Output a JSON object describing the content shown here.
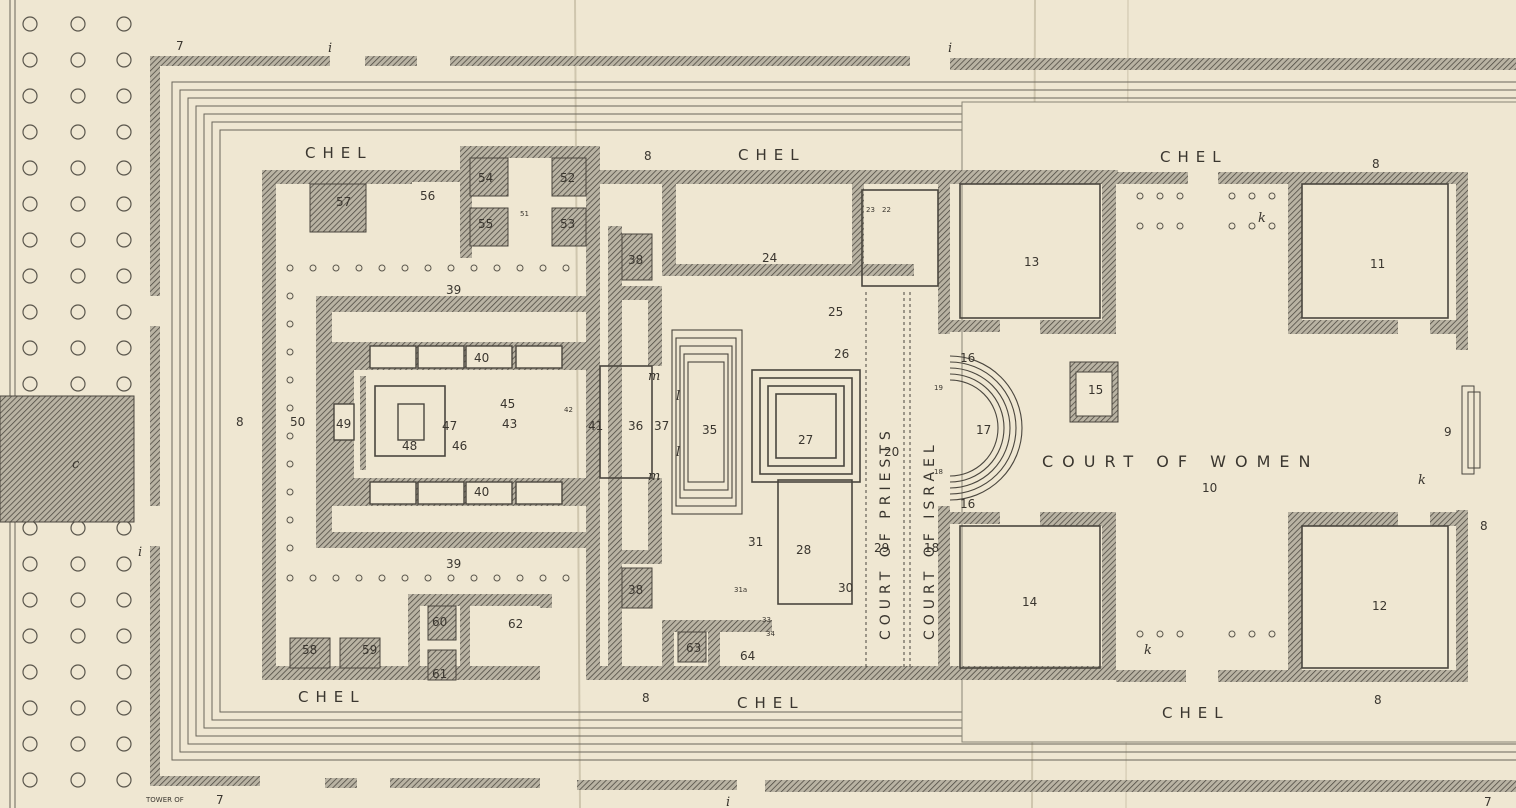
{
  "labels": {
    "chel": "CHEL",
    "court_of_women": "COURT OF WOMEN",
    "court_of_priests": "COURT OF PRIESTS",
    "court_of_israel": "COURT OF ISRAEL",
    "tower_of": "TOWER OF"
  },
  "letters": {
    "c": "c",
    "i": "i",
    "k": "k",
    "l": "l",
    "m": "m"
  },
  "numbers": {
    "n7": "7",
    "n8": "8",
    "n9": "9",
    "n10": "10",
    "n11": "11",
    "n12": "12",
    "n13": "13",
    "n14": "14",
    "n15": "15",
    "n16": "16",
    "n17": "17",
    "n18": "18",
    "n19": "19",
    "n20": "20",
    "n22": "22",
    "n23": "23",
    "n24": "24",
    "n25": "25",
    "n26": "26",
    "n27": "27",
    "n28": "28",
    "n29": "29",
    "n30": "30",
    "n31": "31",
    "n31a": "31a",
    "n33": "33",
    "n34": "34",
    "n35": "35",
    "n36": "36",
    "n37": "37",
    "n38": "38",
    "n39": "39",
    "n40": "40",
    "n41": "41",
    "n42": "42",
    "n43": "43",
    "n45": "45",
    "n46": "46",
    "n47": "47",
    "n48": "48",
    "n49": "49",
    "n50": "50",
    "n51": "51",
    "n52": "52",
    "n53": "53",
    "n54": "54",
    "n55": "55",
    "n56": "56",
    "n57": "57",
    "n58": "58",
    "n59": "59",
    "n60": "60",
    "n61": "61",
    "n62": "62",
    "n63": "63",
    "n64": "64"
  },
  "colors": {
    "paper": "#efe7d2",
    "ink": "#4a463e",
    "hatch_bg": "#b3ad9e"
  }
}
